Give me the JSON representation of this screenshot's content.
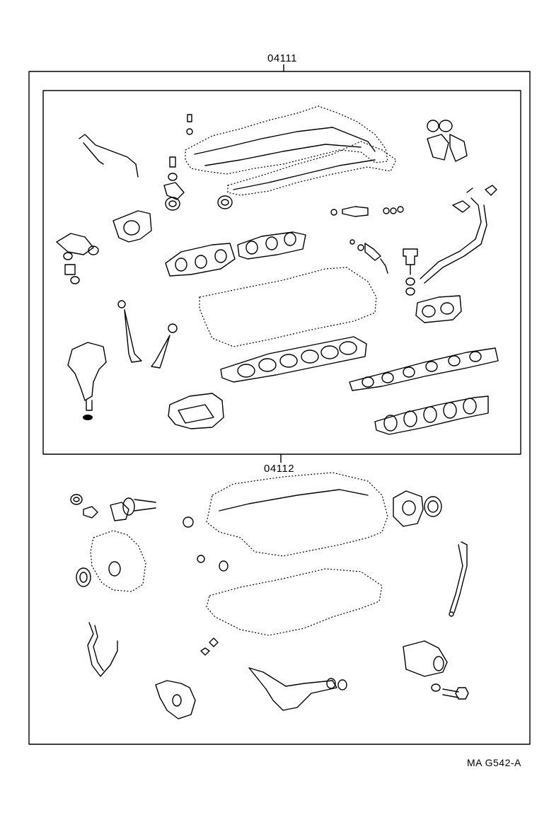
{
  "labels": {
    "outer_kit": "04111",
    "inner_kit": "04112",
    "figure_code": "MA G542-A"
  },
  "colors": {
    "line": "#000000",
    "background": "#ffffff"
  }
}
